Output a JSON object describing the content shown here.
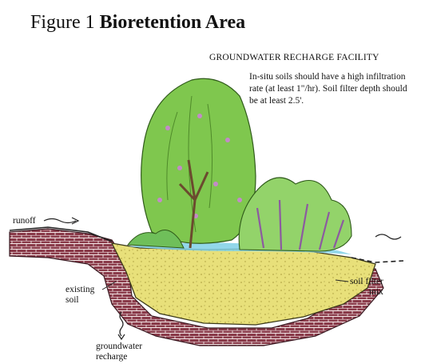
{
  "figure": {
    "prefix": "Figure 1 ",
    "title": "Bioretention Area"
  },
  "facility_title": "GROUNDWATER RECHARGE FACILITY",
  "note": "In-situ soils should have a high infiltration rate (at least 1\"/hr). Soil filter depth should be at least 2.5'.",
  "labels": {
    "runoff": "runoff",
    "existing_soil_line1": "existing",
    "existing_soil_line2": "soil",
    "soil_filter_line1": "soil filter",
    "soil_filter_line2": "mix",
    "groundwater_line1": "groundwater",
    "groundwater_line2": "recharge"
  },
  "colors": {
    "brick": "#8a3b4a",
    "soil_filter": "#e8e07a",
    "foliage": "#7fc74e",
    "trunk": "#6b4a2e",
    "water": "#7fd0e6"
  }
}
